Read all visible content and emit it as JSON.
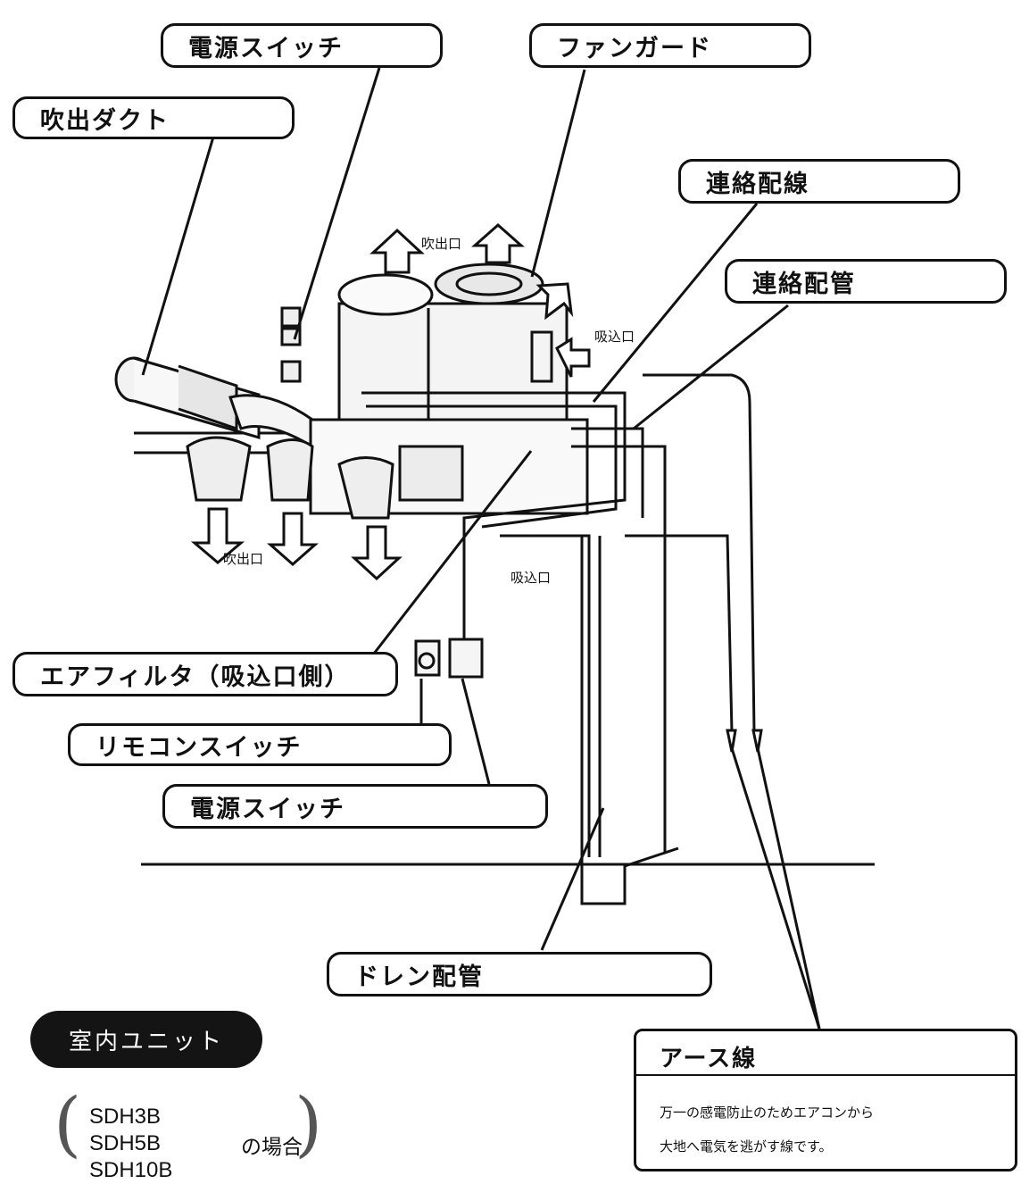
{
  "labels": {
    "power_switch_top": "電源スイッチ",
    "fan_guard": "ファンガード",
    "outlet_duct": "吹出ダクト",
    "connection_wiring": "連絡配線",
    "connection_piping": "連絡配管",
    "air_filter": "エアフィルタ（吸込口側）",
    "remote_switch": "リモコンスイッチ",
    "power_switch_bottom": "電源スイッチ",
    "drain_piping": "ドレン配管",
    "earth_wire": "アース線"
  },
  "small_labels": {
    "outlet_top": "吹出口",
    "intake_right": "吸込口",
    "outlet_bottom": "吹出口",
    "intake_lower": "吸込口"
  },
  "indoor_unit": "室内ユニット",
  "models": [
    "SDH3B",
    "SDH5B",
    "SDH10B"
  ],
  "models_suffix": "の場合",
  "earth_description": [
    "万一の感電防止のためエアコンから",
    "大地へ電気を逃がす線です。"
  ]
}
